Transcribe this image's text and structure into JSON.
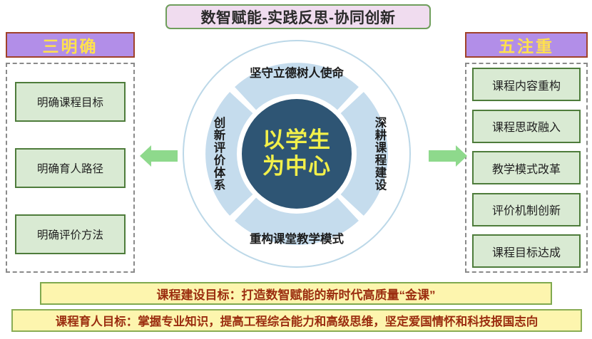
{
  "banner": {
    "title": "数智赋能-实践反思-协同创新"
  },
  "left_panel": {
    "header": "三明确",
    "items": [
      {
        "label": "明确课程目标"
      },
      {
        "label": "明确育人路径"
      },
      {
        "label": "明确评价方法"
      }
    ]
  },
  "right_panel": {
    "header": "五注重",
    "items": [
      {
        "label": "课程内容重构"
      },
      {
        "label": "课程思政融入"
      },
      {
        "label": "教学模式改革"
      },
      {
        "label": "评价机制创新"
      },
      {
        "label": "课程目标达成"
      }
    ]
  },
  "center": {
    "core_line1": "以学生",
    "core_line2": "为中心",
    "segments": {
      "top": "坚守立德树人使命",
      "right": "深耕课程建设",
      "bottom": "重构课堂教学模式",
      "left": "创新评价体系"
    }
  },
  "arrows": {
    "left": "arrow-left-icon",
    "right": "arrow-right-icon"
  },
  "goals": {
    "construction": "课程建设目标：打造数智赋能的新时代高质量“金课”",
    "education": "课程育人目标：掌握专业知识，提高工程综合能力和高级思维，坚定爱国情怀和科技报国志向"
  },
  "colors": {
    "banner_bg": "#f0dcef",
    "panel_header_bg": "#b28ee8",
    "panel_header_text": "#ffe14d",
    "item_bg": "#d9ead3",
    "item_border": "#4e7c3b",
    "arrow": "#8ed98c",
    "donut": "#c5dced",
    "core_circle": "#2e5574",
    "core_text": "#f2f04a",
    "goal_bg": "#fdf5ae",
    "goal_text": "#9b2d0f"
  }
}
